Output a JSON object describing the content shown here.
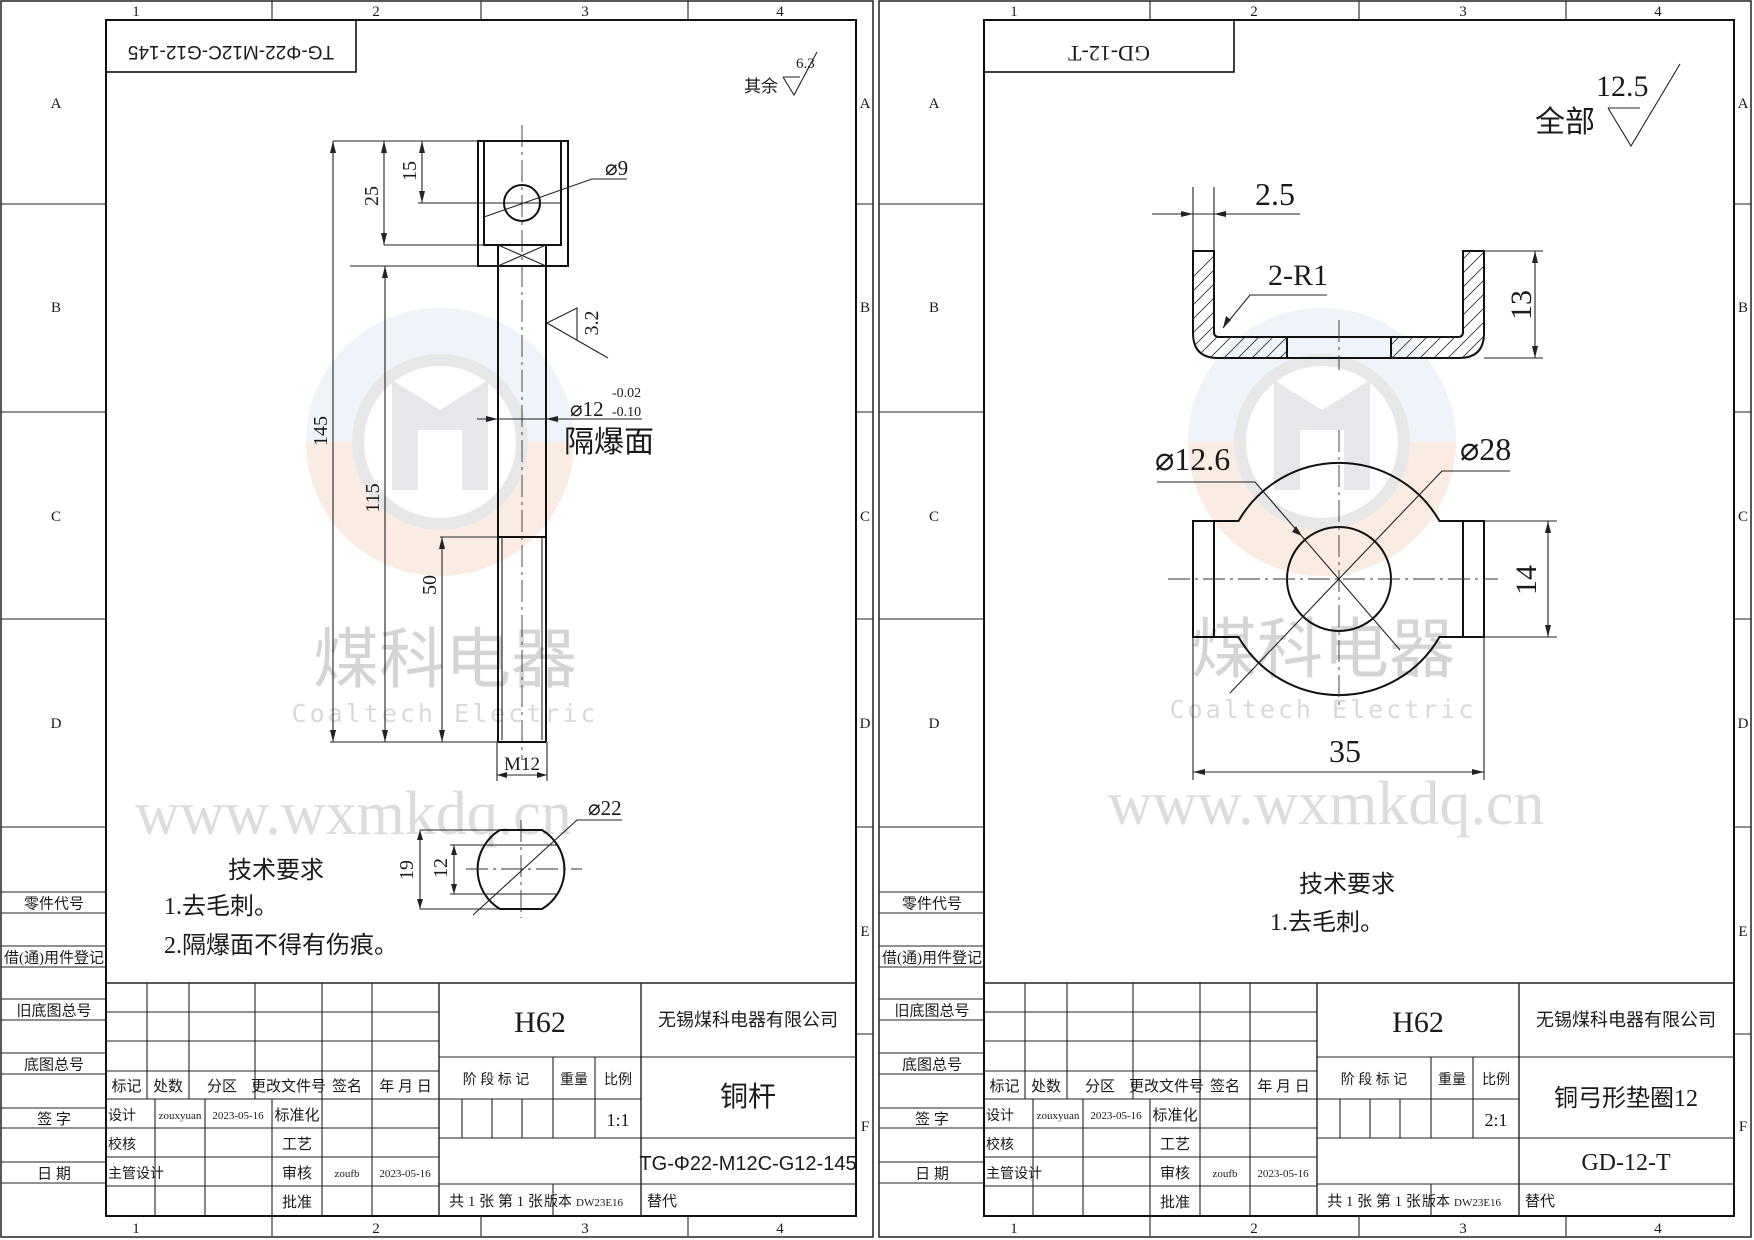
{
  "frame": {
    "columns": [
      "1",
      "2",
      "3",
      "4"
    ],
    "rows": [
      "A",
      "B",
      "C",
      "D",
      "E",
      "F"
    ]
  },
  "side_table": [
    "零件代号",
    "借(通)用件登记",
    "旧底图总号",
    "底图总号",
    "签  字",
    "日  期"
  ],
  "title_block": {
    "revision_headers": [
      "标记",
      "处数",
      "分区",
      "更改文件号",
      "签名",
      "年 月 日"
    ],
    "roles": [
      "设计",
      "校核",
      "主管设计"
    ],
    "approvals": [
      "标准化",
      "工艺",
      "审核",
      "批准"
    ],
    "designer": "zouxyuan",
    "design_date": "2023-05-16",
    "reviewer": "zoufb",
    "review_date": "2023-05-16",
    "stage_label": "阶 段 标 记",
    "weight_label": "重量",
    "scale_label": "比例",
    "sheet_info": "共 1 张  第 1 张",
    "version_label": "版本",
    "version": "DW23E16",
    "replaces_label": "替代",
    "company": "无锡煤科电器有限公司"
  },
  "watermark": {
    "cn": "煤科电器",
    "en": "Coaltech Electric",
    "url": "www.wxmkdq.cn"
  },
  "sheets": [
    {
      "title_label": "TG-Φ22-M12C-G12-145",
      "material": "H62",
      "part_name": "铜杆",
      "drawing_number": "TG-Φ22-M12C-G12-145",
      "scale": "1:1",
      "roughness": {
        "prefix": "其余",
        "value": "6.3"
      },
      "tech_requirements": {
        "title": "技术要求",
        "items": [
          "1.去毛刺。",
          "2.隔爆面不得有伤痕。"
        ]
      },
      "dimensions": {
        "overall_length": "145",
        "head_height": "25",
        "hole_position": "15",
        "shaft_length": "115",
        "thread_length": "50",
        "hole_dia": "⌀9",
        "shaft_roughness": "3.2",
        "shaft_dia": "⌀12",
        "tol_upper": "-0.02",
        "tol_lower": "-0.10",
        "flame_face": "隔爆面",
        "thread": "M12",
        "section_dia": "⌀22",
        "section_height": "19",
        "flat_width": "12"
      }
    },
    {
      "title_label": "GD-12-T",
      "material": "H62",
      "part_name": "铜弓形垫圈12",
      "drawing_number": "GD-12-T",
      "scale": "2:1",
      "roughness": {
        "prefix": "全部",
        "value": "12.5"
      },
      "tech_requirements": {
        "title": "技术要求",
        "items": [
          "1.去毛刺。"
        ]
      },
      "dimensions": {
        "thickness": "2.5",
        "bend_radius": "2-R1",
        "height": "13",
        "hole_dia": "⌀12.6",
        "outer_dia": "⌀28",
        "tab_width": "14",
        "length": "35"
      }
    }
  ]
}
